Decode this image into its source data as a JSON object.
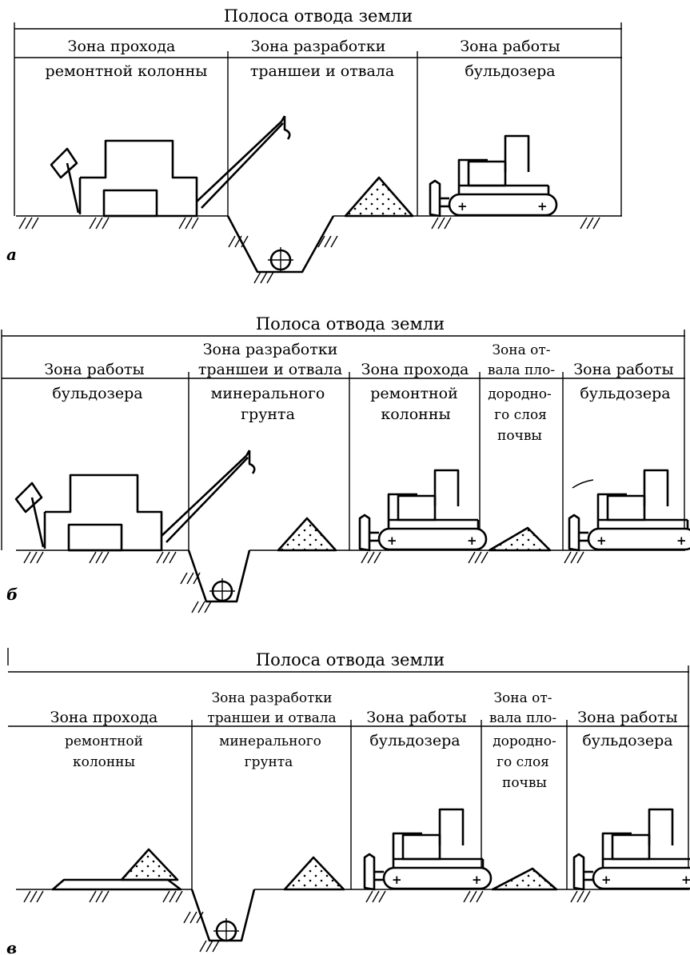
{
  "panels": [
    {
      "letter": "а",
      "header": "Полоса отвода земли",
      "zones": [
        {
          "line1": "Зона прохода",
          "line2": "ремонтной колонны"
        },
        {
          "line1": "Зона разработки",
          "line2": "траншеи и отвала"
        },
        {
          "line1": "Зона работы",
          "line2": "бульдозера"
        }
      ]
    },
    {
      "letter": "б",
      "header": "Полоса отвода земли",
      "zones": [
        {
          "above": "Зона работы",
          "lines": [
            "бульдозера"
          ]
        },
        {
          "above2": "Зона разработки",
          "above": "траншеи и отвала",
          "lines": [
            "минерального",
            "грунта"
          ]
        },
        {
          "above": "Зона прохода",
          "lines": [
            "ремонтной",
            "колонны"
          ]
        },
        {
          "above2": "Зона от-",
          "above": "вала пло-",
          "lines": [
            "дородно-",
            "го слоя",
            "почвы"
          ]
        },
        {
          "above": "Зона работы",
          "lines": [
            "бульдозера"
          ]
        }
      ]
    },
    {
      "letter": "в",
      "header": "Полоса отвода земли",
      "zones": [
        {
          "above": "Зона прохода",
          "lines": [
            "ремонтной",
            "колонны"
          ]
        },
        {
          "above2": "Зона разработки",
          "above": "траншеи и отвала",
          "lines": [
            "минерального",
            "грунта"
          ]
        },
        {
          "above": "Зона работы",
          "lines": [
            "бульдозера"
          ]
        },
        {
          "above2": "Зона от-",
          "above": "вала пло-",
          "lines": [
            "дородно-",
            "го слоя",
            "почвы"
          ]
        },
        {
          "above": "Зона работы",
          "lines": [
            "бульдозера"
          ]
        }
      ]
    }
  ]
}
